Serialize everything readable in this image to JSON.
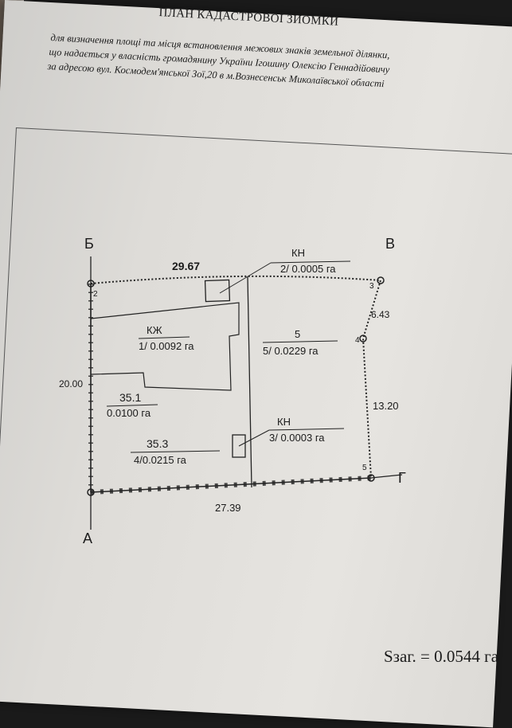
{
  "document": {
    "title": "ПЛАН КАДАСТРОВОЇ ЗЙОМКИ",
    "subtitle_line1": "для визначення площі та місця встановлення межових знаків земельної ділянки,",
    "subtitle_line2": "що надається у власність громадянину України Ігошину Олексію Геннадійовичу",
    "subtitle_line3": "за адресою вул. Космодем'янської Зої,20  в м.Вознесенськ Миколаївської області"
  },
  "plan": {
    "corner_labels": {
      "b": "Б",
      "v": "В",
      "a": "А",
      "g": "Г"
    },
    "point_numbers": {
      "p2": "2",
      "p3": "3",
      "p4": "4",
      "p5": "5"
    },
    "dimensions": {
      "top": "29.67",
      "left": "20.00",
      "bottom": "27.39",
      "right_upper": "6.43",
      "right_lower": "13.20"
    },
    "parcels": {
      "kn2_code": "КН",
      "kn2_value": "2/ 0.0005 га",
      "kzh_code": "КЖ",
      "kzh_value": "1/ 0.0092 га",
      "p5_code": "5",
      "p5_value": "5/ 0.0229 га",
      "p351_code": "35.1",
      "p351_value": "0.0100 га",
      "p353_code": "35.3",
      "p353_value": "4/0.0215 га",
      "kn3_code": "КН",
      "kn3_value": "3/ 0.0003 га"
    }
  },
  "total_area": "Sзаг. = 0.0544 га"
}
